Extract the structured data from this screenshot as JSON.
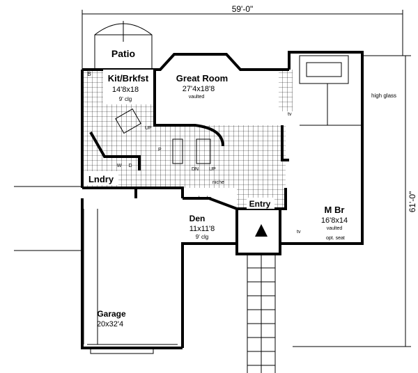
{
  "dimensions": {
    "width": "59'-0\"",
    "depth": "61'-0\""
  },
  "rooms": {
    "patio": {
      "name": "Patio"
    },
    "kitchen": {
      "name": "Kit/Brkfst",
      "size": "14'8x18",
      "note": "9' clg",
      "tag": "B"
    },
    "great_room": {
      "name": "Great Room",
      "size": "27'4x18'8",
      "note": "vaulted"
    },
    "laundry": {
      "name": "Lndry",
      "w": "W",
      "d": "D"
    },
    "den": {
      "name": "Den",
      "size": "11x11'8",
      "note": "9' clg"
    },
    "entry": {
      "name": "Entry"
    },
    "master": {
      "name": "M Br",
      "size": "16'8x14",
      "note": "vaulted"
    },
    "garage": {
      "name": "Garage",
      "size": "20x32'4"
    }
  },
  "annotations": {
    "high_glass": "high glass",
    "tv1": "tv",
    "tv2": "tv",
    "opt_seat": "opt. seat",
    "niche": "niche",
    "books": "books",
    "up1": "UP",
    "up2": "UP",
    "dn": "DN",
    "pantry": "P"
  }
}
